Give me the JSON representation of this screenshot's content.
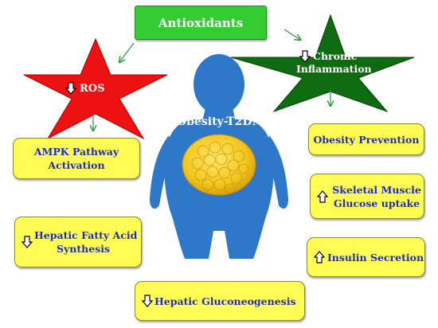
{
  "title": "Antioxidants",
  "center_label": "Obesity-T2DM",
  "ros": {
    "label": "ROS",
    "direction": "down"
  },
  "inflammation": {
    "lines": [
      "Chronic",
      "Inflammation"
    ],
    "direction": "down"
  },
  "left_boxes": [
    {
      "lines": [
        "AMPK Pathway",
        "Activation"
      ],
      "direction": "none"
    },
    {
      "lines": [
        "Hepatic Fatty Acid",
        "Synthesis"
      ],
      "direction": "down"
    }
  ],
  "bottom_box": {
    "lines": [
      "Hepatic Gluconeogenesis"
    ],
    "direction": "down"
  },
  "right_boxes": [
    {
      "lines": [
        "Obesity Prevention"
      ],
      "direction": "none"
    },
    {
      "lines": [
        "Skeletal Muscle",
        "Glucose uptake"
      ],
      "direction": "up"
    },
    {
      "lines": [
        "Insulin Secretion"
      ],
      "direction": "up"
    }
  ],
  "colors": {
    "title_box": "#33cc33",
    "ros_star": "#ee1111",
    "inflammation_star": "#0f6b0f",
    "box_fill": "#fffd54",
    "box_text": "#1f2dbd",
    "body_silhouette": "#2e78c9",
    "fat": "#f2c81e",
    "connector": "#2a9a3a"
  }
}
